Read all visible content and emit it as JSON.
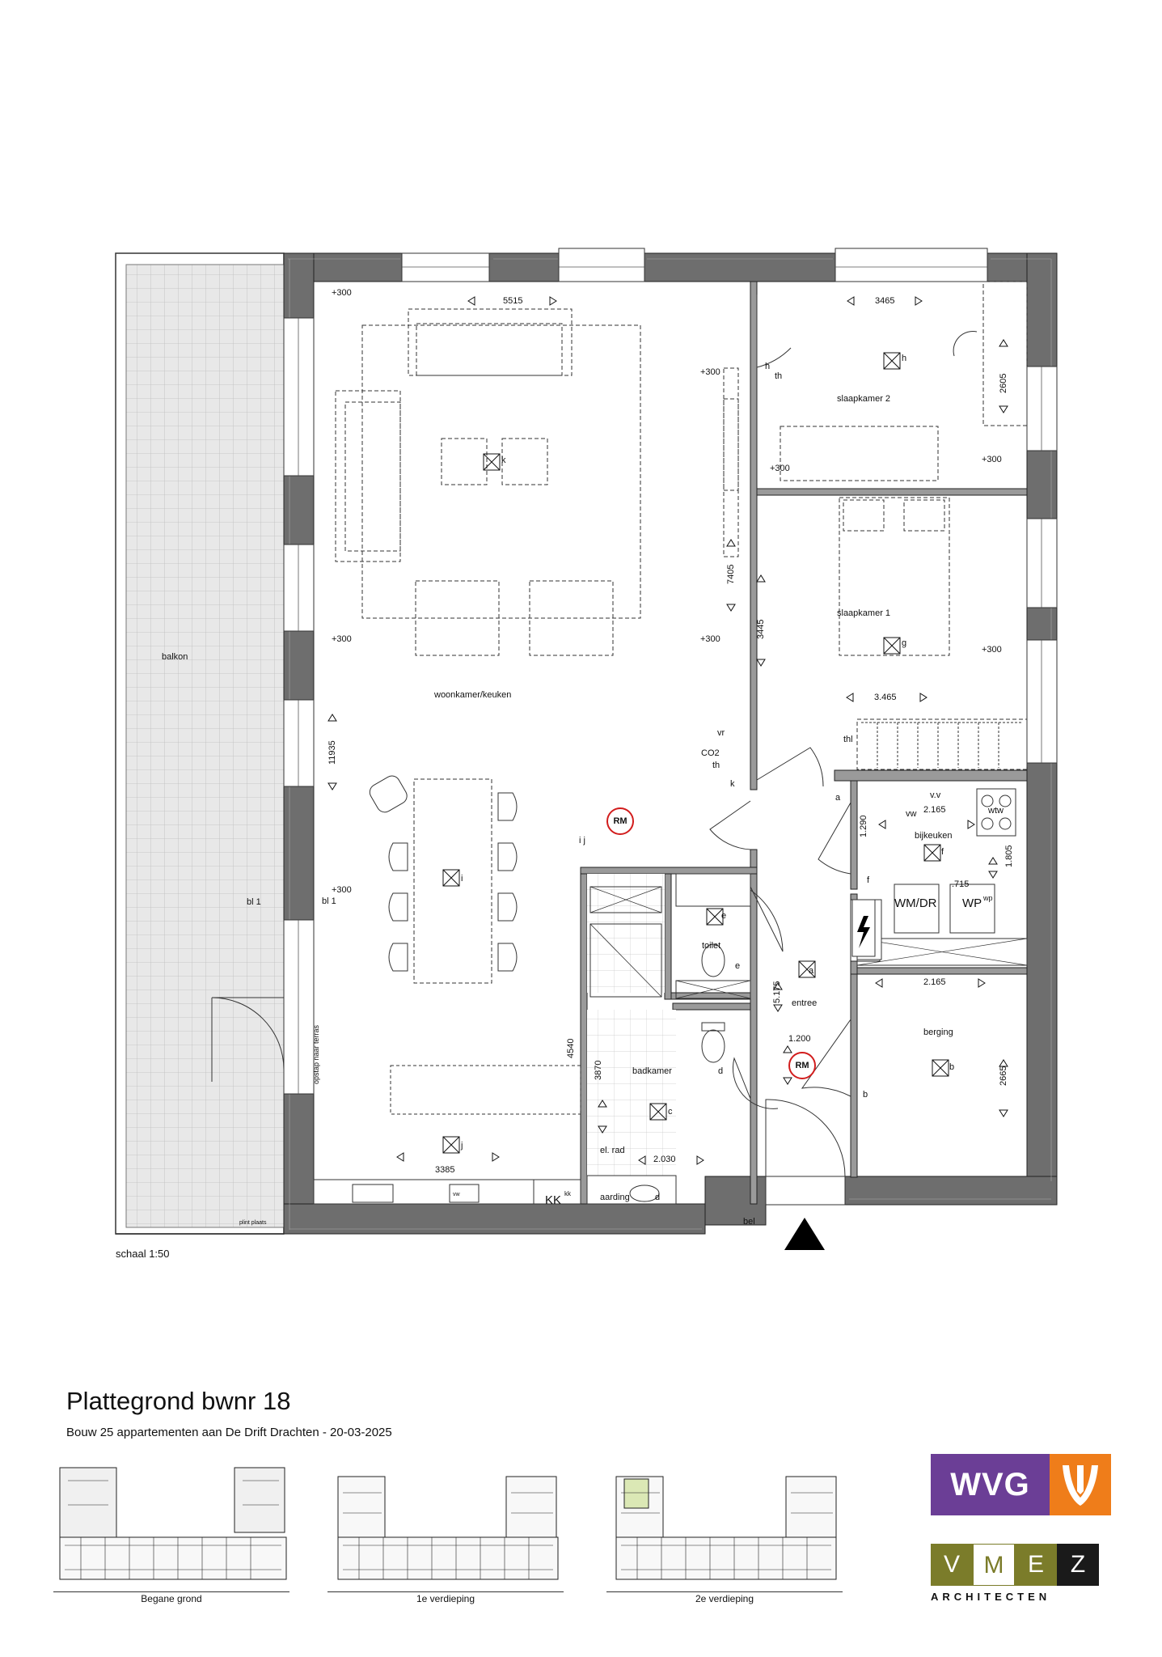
{
  "scale": "schaal 1:50",
  "title": "Plattegrond bwnr 18",
  "subtitle": "Bouw 25 appartementen aan De Drift Drachten - 20-03-2025",
  "rooms": {
    "balkon": "balkon",
    "woonkamer": "woonkamer/keuken",
    "slaapkamer2": "slaapkamer 2",
    "slaapkamer1": "slaapkamer 1",
    "bijkeuken": "bijkeuken",
    "toilet": "toilet",
    "badkamer": "badkamer",
    "entree": "entree",
    "berging": "berging",
    "opstap": "opstap naar terras"
  },
  "dimensions": {
    "d5515": "5515",
    "d3465": "3465",
    "d2605": "2605",
    "d7405": "7405",
    "d3445": "3445",
    "d3465b": "3.465",
    "d11935": "11935",
    "d2165a": "2.165",
    "d1290": "1.290",
    "d1805": "1.805",
    "d715": ".715",
    "d5175": "5.175",
    "d2165b": "2.165",
    "d4540": "4540",
    "d3870": "3870",
    "d1200": "1.200",
    "d2665": "2665",
    "d2030": "2.030",
    "d3385": "3385"
  },
  "electrical": {
    "p300_1": "+300",
    "p300_2": "+300",
    "p300_3": "+300",
    "p300_4": "+300",
    "p300_5": "+300",
    "p300_6": "+300",
    "p300_7": "+300",
    "p300_8": "+300",
    "h": "h",
    "th": "th",
    "h2": "h",
    "k": "k",
    "g": "g",
    "vr": "vr",
    "co2": "CO2",
    "th2": "th",
    "k2": "k",
    "thl": "thl",
    "a": "a",
    "vv": "v.v",
    "vw": "vw",
    "wtw": "wtw",
    "f": "f",
    "f2": "f",
    "wmdr": "WM/DR",
    "wp": "WP",
    "wp2": "wp",
    "e": "e",
    "e2": "e",
    "i": "i",
    "ij": "i  j",
    "j": "j",
    "bl1a": "bl 1",
    "bl1b": "bl 1",
    "a2": "a",
    "d": "d",
    "c": "c",
    "b": "b",
    "b2": "b",
    "rad": "el. rad",
    "aarding": "aarding",
    "d2": "d",
    "kk": "KK",
    "kk2": "kk",
    "vw2": "vw",
    "bel": "bel",
    "rm1": "RM",
    "rm2": "RM",
    "plint": "plint plaats"
  },
  "keyplans": [
    "Begane grond",
    "1e verdieping",
    "2e verdieping"
  ],
  "logos": {
    "wvg": "WVG",
    "vmez": [
      "V",
      "M",
      "E",
      "Z"
    ],
    "architecten": "ARCHITECTEN"
  },
  "colors": {
    "wall": "#6e6e6e",
    "wall_hatch": "#9a9a9a",
    "balcony_tile": "#e6e6e6",
    "wvg_purple": "#6b3e96",
    "wvg_orange": "#ef7d1a",
    "vmez_olive": "#7b7c2a",
    "vmez_black": "#1a1a1a",
    "rm_red": "#d21d1d"
  }
}
